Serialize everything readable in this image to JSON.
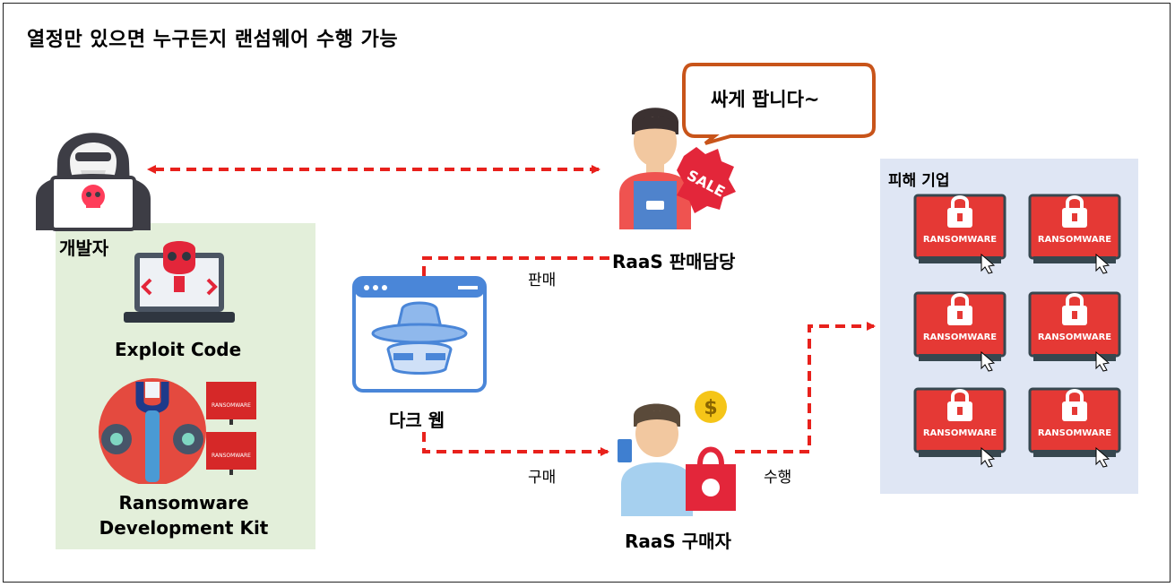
{
  "title": "열정만 있으면 누구든지 랜섬웨어 수행 가능",
  "nodes": {
    "developer": "개발자",
    "exploit": "Exploit Code",
    "rdk_line1": "Ransomware",
    "rdk_line2": "Development Kit",
    "darkweb": "다크 웹",
    "seller": "RaaS 판매담당",
    "buyer": "RaaS 구매자",
    "victims_title": "피해 기업"
  },
  "speech_bubble": "싸게 팝니다~",
  "edges": {
    "sell": "판매",
    "buy": "구매",
    "execute": "수행"
  },
  "badges": {
    "sale": "SALE",
    "ransomware": "RANSOMWARE"
  },
  "colors": {
    "arrow": "#e8211c",
    "green_box": "#e3efda",
    "blue_box": "#dfe6f4",
    "ransom_red": "#e53935"
  }
}
